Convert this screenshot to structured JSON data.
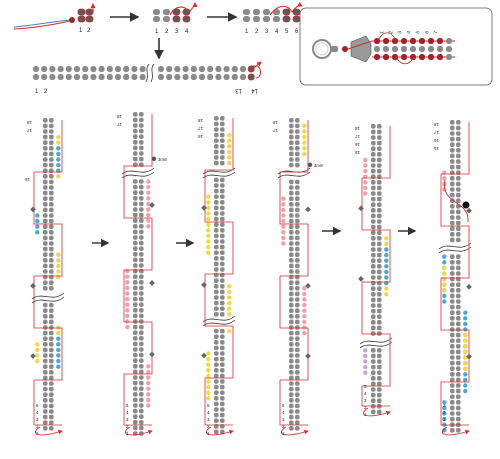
{
  "colors": {
    "bead_gray": "#8a8a8a",
    "bead_dark": "#5a5a5a",
    "bead_red": "#a5202a",
    "thread_red": "#d52b2b",
    "thread_pink": "#f2a0a8",
    "thread_blue": "#4a7fc8",
    "accent_yellow": "#f2d64b",
    "accent_blue": "#4ca8d9",
    "accent_purple": "#c9a2d6",
    "arrow": "#333333",
    "frame": "#555555"
  },
  "icons": [
    "needle-icon",
    "bead-icon",
    "thread-icon",
    "arrow-right-icon",
    "arrow-down-icon",
    "break-mark-icon",
    "clasp-loop-icon",
    "knot-icon"
  ],
  "step1": {
    "labels": [
      "1",
      "2"
    ]
  },
  "step2": {
    "labels": [
      "1",
      "2",
      "3",
      "4"
    ]
  },
  "step3": {
    "labels": [
      "1",
      "2",
      "3",
      "4",
      "5",
      "6"
    ]
  },
  "step4": {
    "start_labels": [
      "1",
      "2"
    ],
    "end_labels": [
      "13",
      "14"
    ]
  },
  "inset": {
    "labels": [
      "1",
      "2",
      "3",
      "4",
      "5",
      "6",
      "7"
    ]
  },
  "columns": [
    {
      "top_labels": [
        "18",
        "17"
      ],
      "mid_label": "15",
      "bottom_labels": [
        "5",
        "4",
        "3",
        "2",
        "1"
      ],
      "mm_label": ""
    },
    {
      "top_labels": [
        "18",
        "17"
      ],
      "mid_label": "",
      "bottom_labels": [
        "5",
        "4",
        "3",
        "2",
        "1"
      ],
      "mm_label": "3mm"
    },
    {
      "top_labels": [
        "18",
        "17",
        "16"
      ],
      "mid_label": "",
      "bottom_labels": [
        "5",
        "4",
        "3",
        "2",
        "1"
      ],
      "mm_label": ""
    },
    {
      "top_labels": [
        "18",
        "17"
      ],
      "mid_label": "",
      "bottom_labels": [
        "5",
        "4",
        "3",
        "2",
        "1"
      ],
      "mm_label": "3mm"
    },
    {
      "top_labels": [
        "18",
        "17",
        "16",
        "15"
      ],
      "mid_label": "",
      "bottom_labels": [
        "5",
        "4",
        "3",
        "2",
        "1"
      ],
      "mm_label": ""
    },
    {
      "top_labels": [
        "18",
        "17",
        "16",
        "15"
      ],
      "mid_label": "",
      "bottom_labels": [
        "3",
        "2",
        "1"
      ],
      "mm_label": ""
    }
  ]
}
